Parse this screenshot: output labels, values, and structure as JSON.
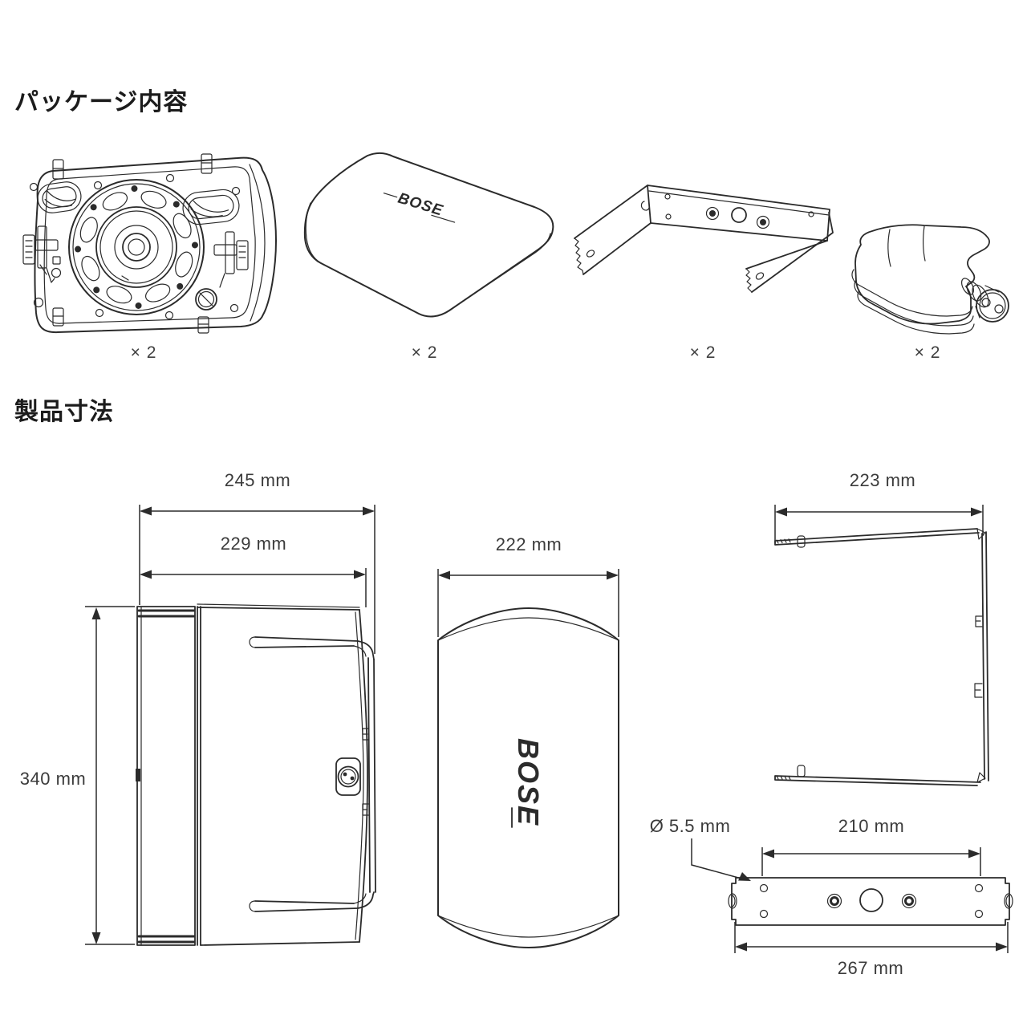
{
  "page": {
    "background": "#ffffff",
    "line_color": "#2b2b2b",
    "label_color": "#3b3b3b",
    "heading_color": "#1c1c1c"
  },
  "package_section": {
    "heading": "パッケージ内容",
    "items": [
      {
        "name": "speaker-front-no-grille",
        "qty": "× 2"
      },
      {
        "name": "speaker-grille",
        "qty": "× 2"
      },
      {
        "name": "u-mounting-bracket",
        "qty": "× 2"
      },
      {
        "name": "wiring-cover",
        "qty": "× 2"
      }
    ]
  },
  "dimensions_section": {
    "heading": "製品寸法",
    "speaker_side_view": {
      "depth_total": "245 mm",
      "depth_cabinet": "229 mm",
      "height": "340 mm"
    },
    "speaker_front_view": {
      "width": "222 mm"
    },
    "bracket_side_view": {
      "depth": "223 mm"
    },
    "bracket_plate_view": {
      "hole_diameter": "Ø 5.5 mm",
      "hole_spacing": "210 mm",
      "overall_width": "267 mm"
    }
  },
  "brand_logo": "BOSE"
}
